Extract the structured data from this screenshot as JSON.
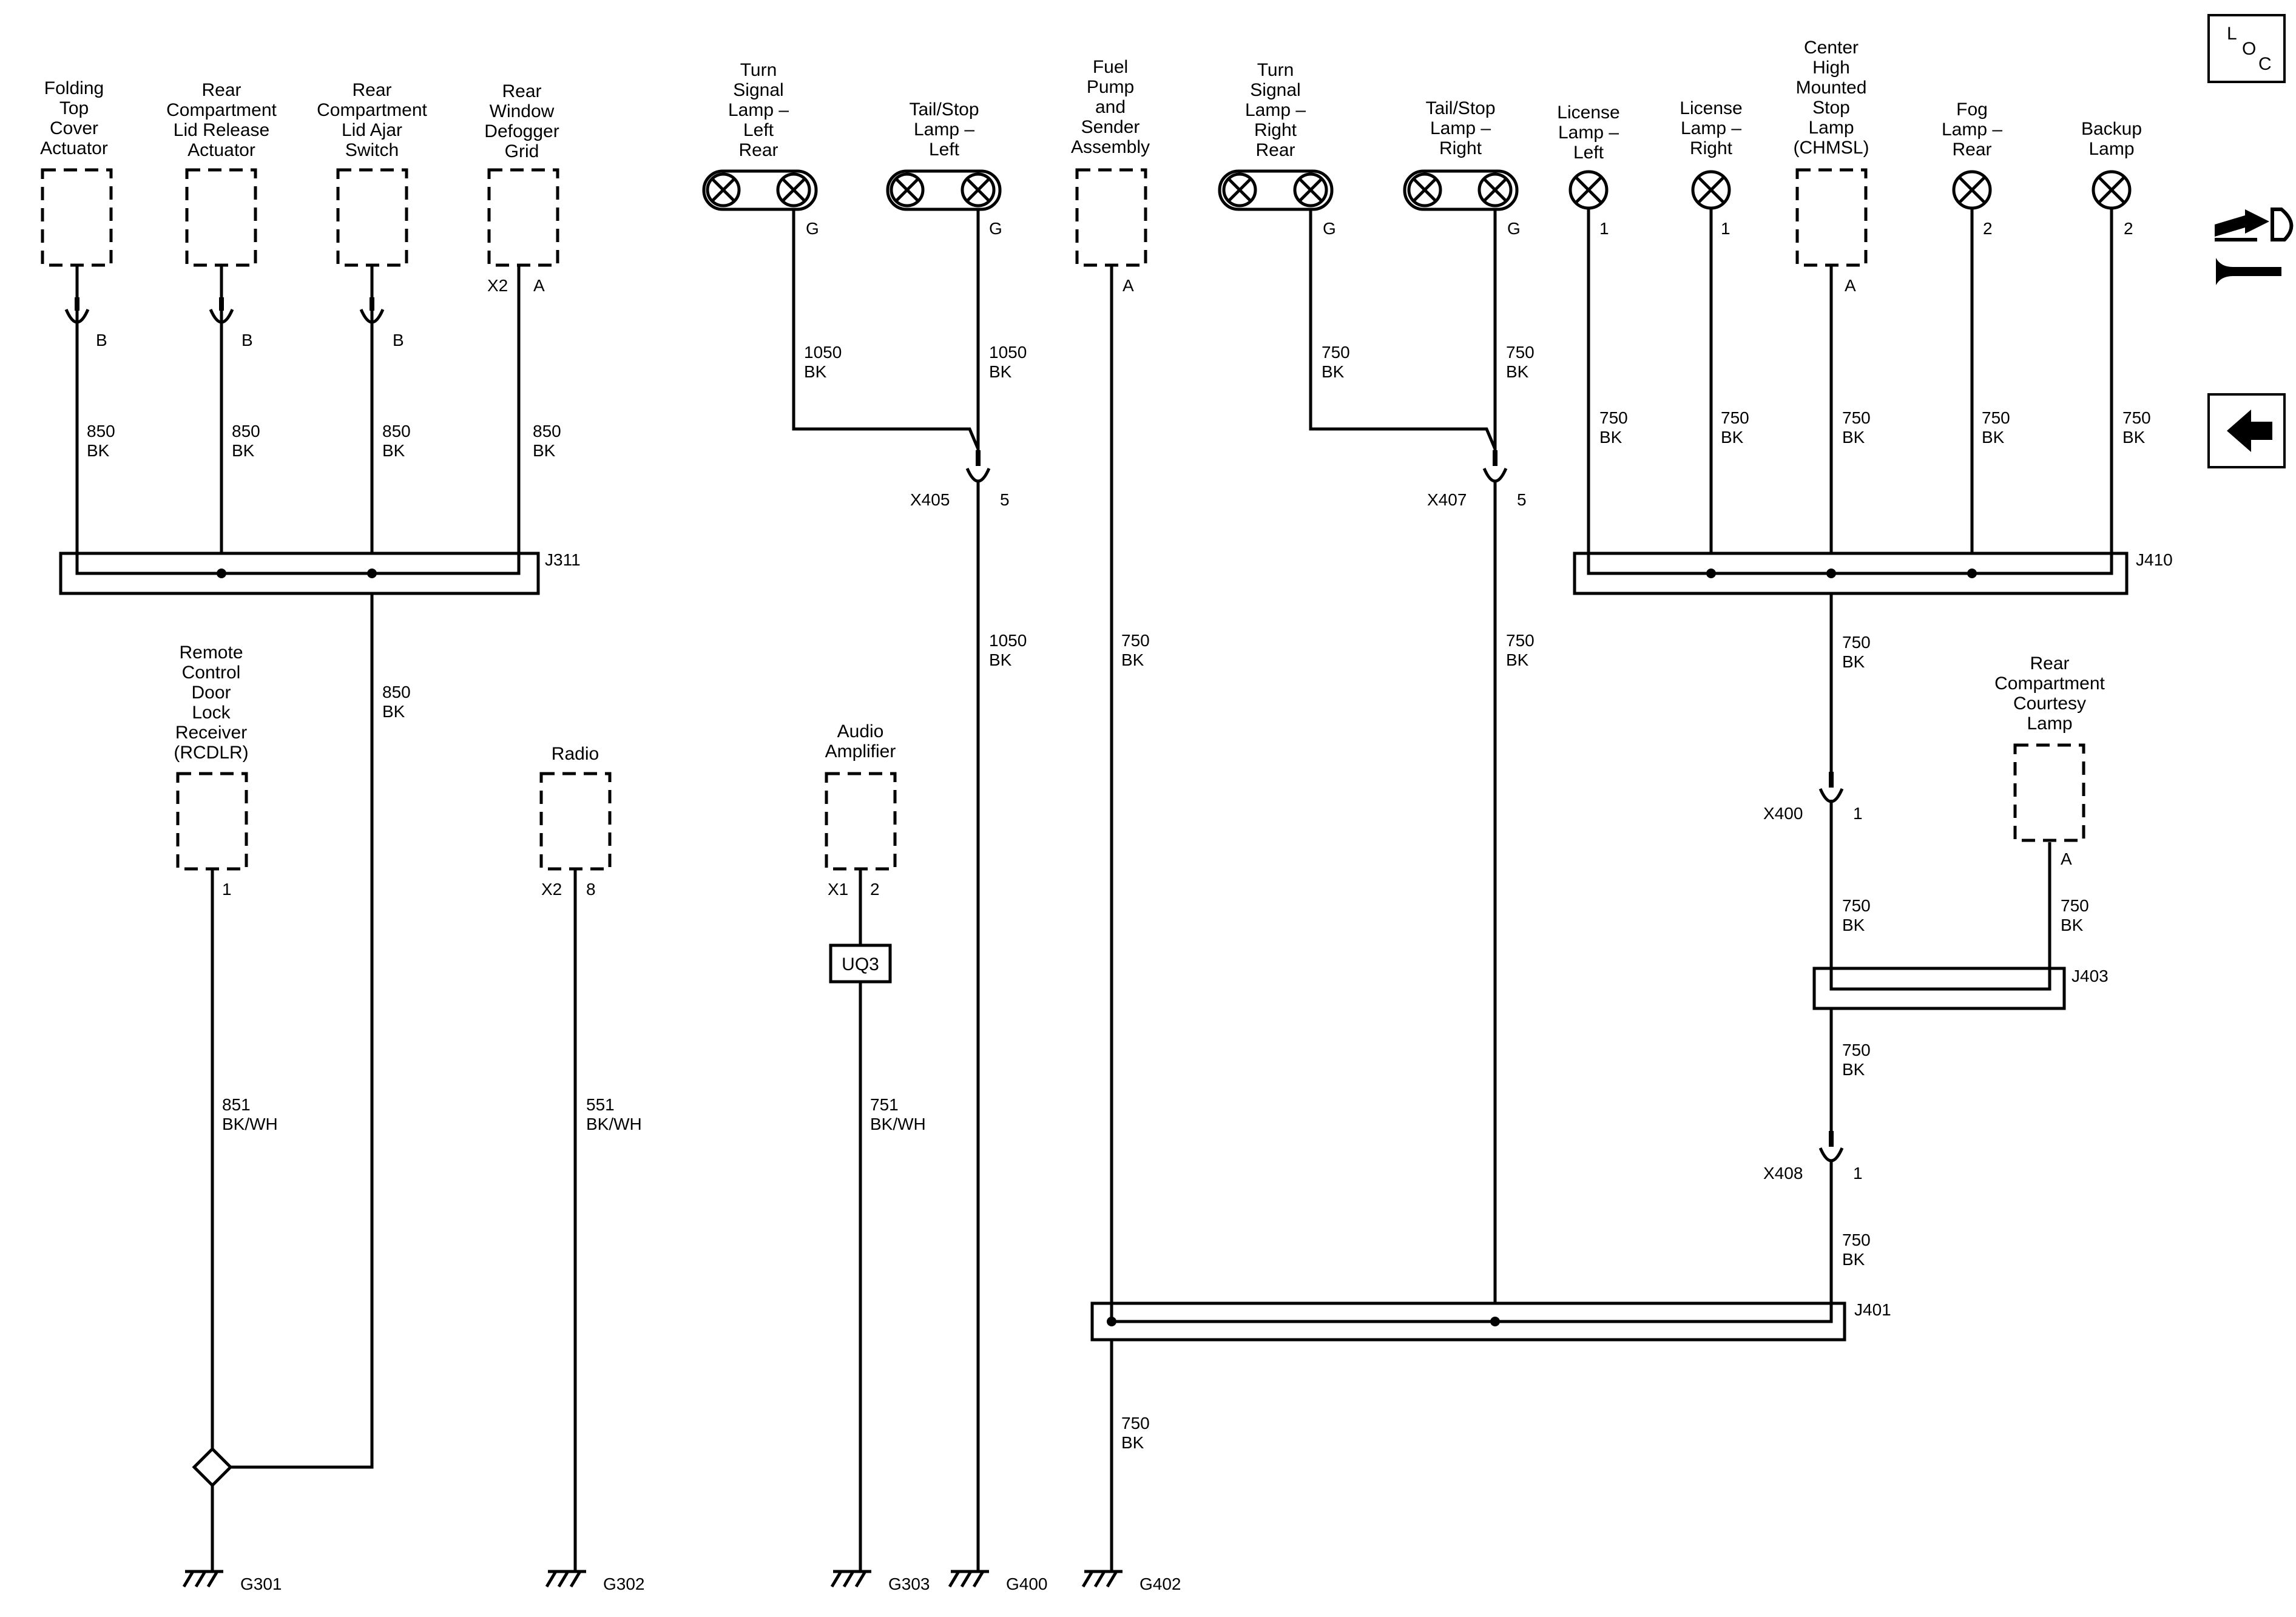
{
  "components": {
    "folding_top": [
      "Folding",
      "Top",
      "Cover",
      "Actuator"
    ],
    "rear_lid_release": [
      "Rear",
      "Compartment",
      "Lid Release",
      "Actuator"
    ],
    "rear_lid_ajar": [
      "Rear",
      "Compartment",
      "Lid Ajar",
      "Switch"
    ],
    "rear_defogger": [
      "Rear",
      "Window",
      "Defogger",
      "Grid"
    ],
    "turn_left": [
      "Turn",
      "Signal",
      "Lamp –",
      "Left",
      "Rear"
    ],
    "tail_left": [
      "Tail/Stop",
      "Lamp –",
      "Left"
    ],
    "fuel_pump": [
      "Fuel",
      "Pump",
      "and",
      "Sender",
      "Assembly"
    ],
    "turn_right": [
      "Turn",
      "Signal",
      "Lamp –",
      "Right",
      "Rear"
    ],
    "tail_right": [
      "Tail/Stop",
      "Lamp –",
      "Right"
    ],
    "license_left": [
      "License",
      "Lamp –",
      "Left"
    ],
    "license_right": [
      "License",
      "Lamp –",
      "Right"
    ],
    "chmsl": [
      "Center",
      "High",
      "Mounted",
      "Stop",
      "Lamp",
      "(CHMSL)"
    ],
    "fog": [
      "Fog",
      "Lamp –",
      "Rear"
    ],
    "backup": [
      "Backup",
      "Lamp"
    ],
    "rcdlr": [
      "Remote",
      "Control",
      "Door",
      "Lock",
      "Receiver",
      "(RCDLR)"
    ],
    "radio": [
      "Radio"
    ],
    "audio_amp": [
      "Audio",
      "Amplifier"
    ],
    "courtesy": [
      "Rear",
      "Compartment",
      "Courtesy",
      "Lamp"
    ]
  },
  "pins": {
    "folding_top": "B",
    "rear_lid_release": "B",
    "rear_lid_ajar": "B",
    "defogger_conn": "X2",
    "defogger_pin": "A",
    "turn_left": "G",
    "tail_left": "G",
    "fuel_pump": "A",
    "turn_right": "G",
    "tail_right": "G",
    "license_left": "1",
    "license_right": "1",
    "chmsl": "A",
    "fog": "2",
    "backup": "2",
    "rcdlr": "1",
    "radio_conn": "X2",
    "radio_pin": "8",
    "amp_conn": "X1",
    "amp_pin": "2",
    "courtesy": "A",
    "x405_pin": "5",
    "x407_pin": "5",
    "x400_pin": "1",
    "x408_pin": "1"
  },
  "wires": {
    "w850_1": [
      "850",
      "BK"
    ],
    "w850_2": [
      "850",
      "BK"
    ],
    "w850_3": [
      "850",
      "BK"
    ],
    "w850_4": [
      "850",
      "BK"
    ],
    "w850_down": [
      "850",
      "BK"
    ],
    "w1050_a": [
      "1050",
      "BK"
    ],
    "w1050_b": [
      "1050",
      "BK"
    ],
    "w1050_c": [
      "1050",
      "BK"
    ],
    "w750_fuel": [
      "750",
      "BK"
    ],
    "w750_tr": [
      "750",
      "BK"
    ],
    "w750_tsr": [
      "750",
      "BK"
    ],
    "w750_x407": [
      "750",
      "BK"
    ],
    "w750_ll": [
      "750",
      "BK"
    ],
    "w750_lr": [
      "750",
      "BK"
    ],
    "w750_ch": [
      "750",
      "BK"
    ],
    "w750_fog": [
      "750",
      "BK"
    ],
    "w750_bk": [
      "750",
      "BK"
    ],
    "w750_j410": [
      "750",
      "BK"
    ],
    "w750_x400": [
      "750",
      "BK"
    ],
    "w750_court": [
      "750",
      "BK"
    ],
    "w750_j403": [
      "750",
      "BK"
    ],
    "w750_x408": [
      "750",
      "BK"
    ],
    "w750_g402": [
      "750",
      "BK"
    ],
    "w851": [
      "851",
      "BK/WH"
    ],
    "w551": [
      "551",
      "BK/WH"
    ],
    "w751": [
      "751",
      "BK/WH"
    ]
  },
  "splices": {
    "j311": "J311",
    "j410": "J410",
    "j403": "J403",
    "j401": "J401"
  },
  "connectors": {
    "x405": "X405",
    "x407": "X407",
    "x400": "X400",
    "x408": "X408"
  },
  "module_uq3": "UQ3",
  "grounds": {
    "g301": "G301",
    "g302": "G302",
    "g303": "G303",
    "g400": "G400",
    "g402": "G402"
  },
  "nav": {
    "loc": [
      "L",
      "O",
      "C"
    ]
  }
}
